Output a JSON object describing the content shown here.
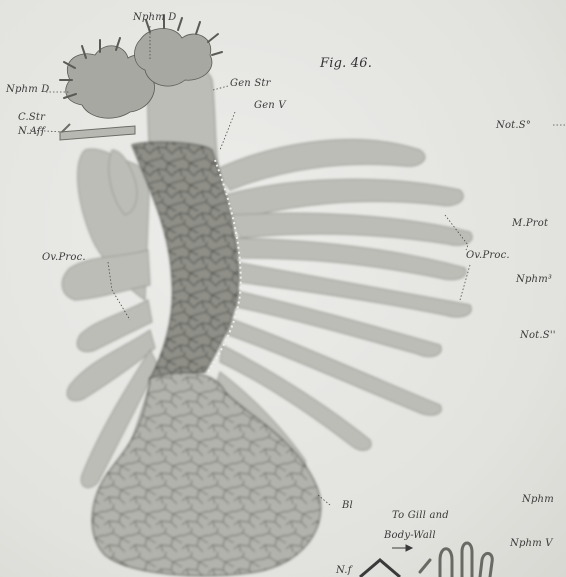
{
  "figure": {
    "title": "Fig. 46."
  },
  "labels": {
    "nphm_d_top": "Nphm D",
    "nphm_d_left": "Nphm D",
    "gen_str": "Gen Str",
    "gen_v": "Gen V",
    "c_str": "C.Str",
    "n_aff": "N.Aff",
    "not_s_top": "Not.S°",
    "m_prot": "M.Prot",
    "ov_proc_left": "Ov.Proc.",
    "ov_proc_right": "Ov.Proc.",
    "nphm_3": "Nphm³",
    "not_s_mid": "Not.S''",
    "bl": "Bl",
    "nphm_bottom": "Nphm",
    "to_gill": "To Gill and",
    "body_wall": "Body-Wall",
    "nphm_v": "Nphm V",
    "n_bottom": "N.f"
  },
  "colors": {
    "background": "#e4e4e0",
    "tissue": "#bdbdb8",
    "tissue_dark": "#9f9f99",
    "vessel": "#8d8d86",
    "vessel_mesh": "#2e2e2a",
    "ink": "#3a3a3a"
  }
}
